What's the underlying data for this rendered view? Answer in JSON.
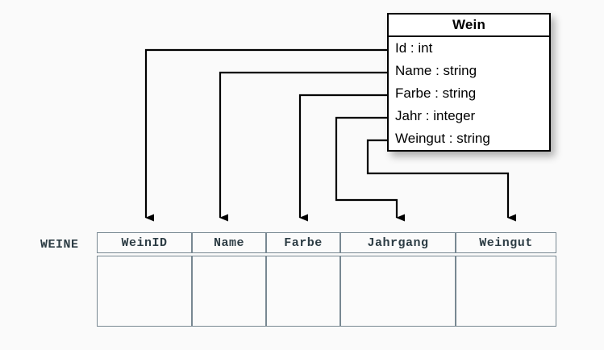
{
  "diagram": {
    "title_note": "Object-relational mapping: UML class Wein mapped to relational table WEINE",
    "background_color": "#fafafa",
    "line_color": "#000000",
    "table_border_color": "#788892",
    "table_text_color": "#2c3c44"
  },
  "class_box": {
    "name": "Wein",
    "attributes": [
      {
        "label": "Id : int",
        "name": "Id",
        "type": "int"
      },
      {
        "label": "Name : string",
        "name": "Name",
        "type": "string"
      },
      {
        "label": "Farbe : string",
        "name": "Farbe",
        "type": "string"
      },
      {
        "label": "Jahr : integer",
        "name": "Jahr",
        "type": "integer"
      },
      {
        "label": "Weingut : string",
        "name": "Weingut",
        "type": "string"
      }
    ]
  },
  "relational_table": {
    "label": "WEINE",
    "columns": [
      {
        "header": "WeinID"
      },
      {
        "header": "Name"
      },
      {
        "header": "Farbe"
      },
      {
        "header": "Jahrgang"
      },
      {
        "header": "Weingut"
      }
    ],
    "rows": [
      [
        "",
        "",
        "",
        "",
        ""
      ]
    ]
  },
  "connectors": [
    {
      "from": "Id",
      "to": "WeinID",
      "arrow": "down"
    },
    {
      "from": "Name",
      "to": "Name",
      "arrow": "down"
    },
    {
      "from": "Farbe",
      "to": "Farbe",
      "arrow": "down"
    },
    {
      "from": "Jahr",
      "to": "Jahrgang",
      "arrow": "down"
    },
    {
      "from": "Weingut",
      "to": "Weingut",
      "arrow": "down"
    }
  ]
}
